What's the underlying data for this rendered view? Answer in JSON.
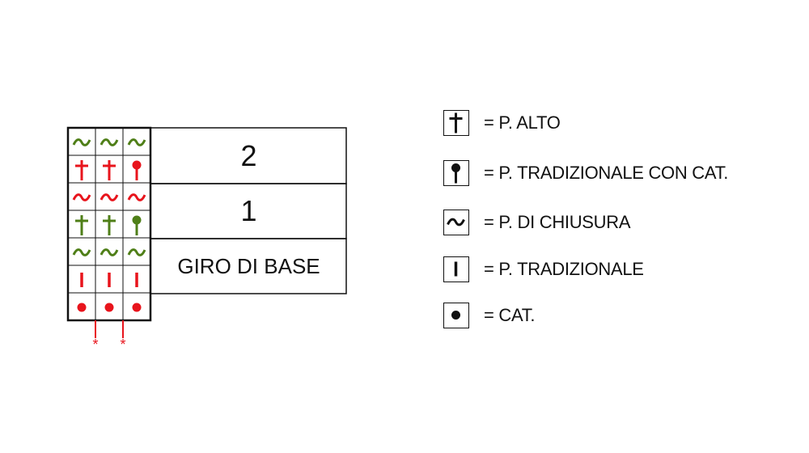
{
  "colors": {
    "red": "#e8141c",
    "green": "#4f7f18",
    "black": "#111111"
  },
  "grid": {
    "rows": [
      {
        "symbols": [
          "tilde",
          "tilde",
          "tilde"
        ],
        "color": "green"
      },
      {
        "symbols": [
          "cross",
          "cross",
          "pin"
        ],
        "color": "red"
      },
      {
        "symbols": [
          "tilde",
          "tilde",
          "tilde"
        ],
        "color": "red"
      },
      {
        "symbols": [
          "cross",
          "cross",
          "pin"
        ],
        "color": "green"
      },
      {
        "symbols": [
          "tilde",
          "tilde",
          "tilde"
        ],
        "color": "green"
      },
      {
        "symbols": [
          "bar",
          "bar",
          "bar"
        ],
        "color": "red"
      },
      {
        "symbols": [
          "dot",
          "dot",
          "dot"
        ],
        "color": "red"
      }
    ],
    "repeat_marker": "*"
  },
  "row_labels": [
    "2",
    "1",
    "GIRO DI BASE"
  ],
  "legend": [
    {
      "symbol": "cross",
      "text": "= P. ALTO"
    },
    {
      "symbol": "pin",
      "text": "= P. TRADIZIONALE CON CAT."
    },
    {
      "symbol": "tilde",
      "text": "= P. DI CHIUSURA"
    },
    {
      "symbol": "bar",
      "text": "= P. TRADIZIONALE"
    },
    {
      "symbol": "dot",
      "text": "= CAT."
    }
  ]
}
